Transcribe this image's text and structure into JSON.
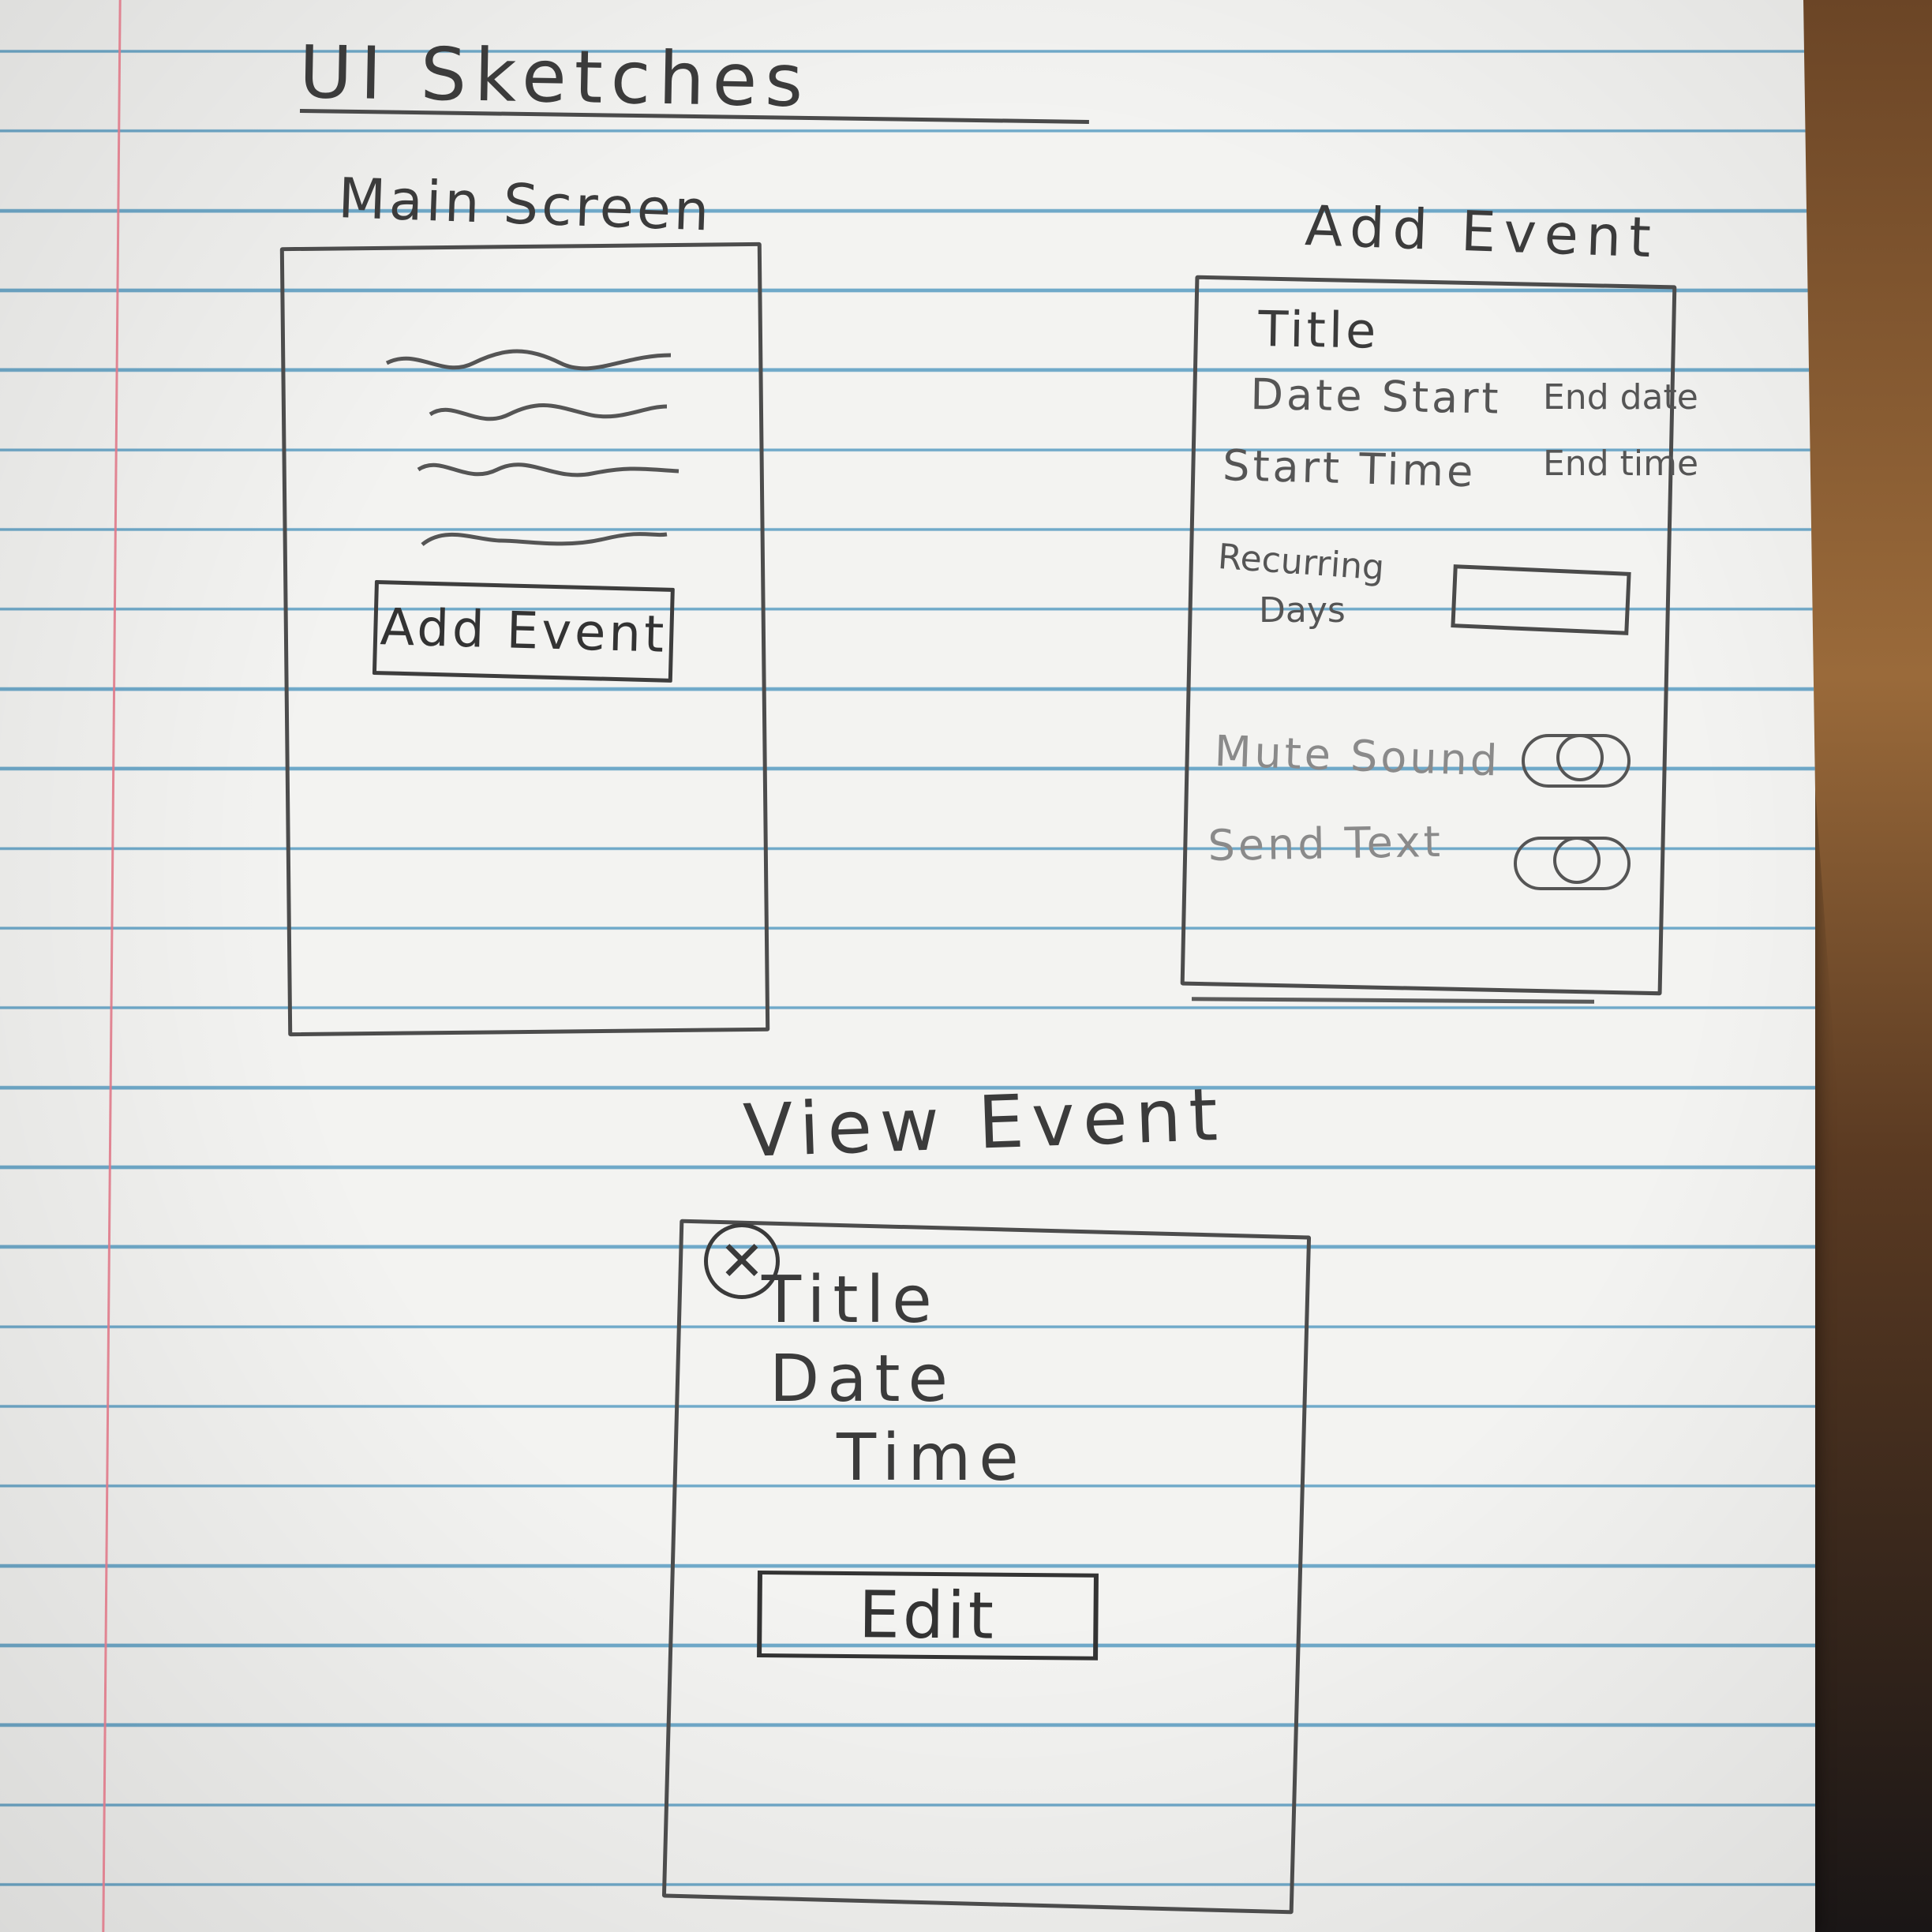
{
  "sheet": {
    "title": "UI Sketches"
  },
  "main_screen": {
    "heading": "Main Screen",
    "add_event_button": "Add Event"
  },
  "add_event": {
    "heading": "Add Event",
    "title_label": "Title",
    "date_start_label": "Date Start",
    "end_date_label": "End date",
    "start_time_label": "Start Time",
    "end_time_label": "End time",
    "recurring_label_line1": "Recurring",
    "recurring_label_line2": "Days",
    "mute_sound_label": "Mute Sound",
    "send_text_label": "Send Text"
  },
  "view_event": {
    "heading": "View Event",
    "close_glyph": "✕",
    "title_label": "Title",
    "date_label": "Date",
    "time_label": "Time",
    "edit_button": "Edit"
  },
  "colors": {
    "paper": "#f3f3f1",
    "rule_line": "#6fa9c9",
    "margin_line": "#e07a8a",
    "pencil": "#3b3b3b"
  }
}
